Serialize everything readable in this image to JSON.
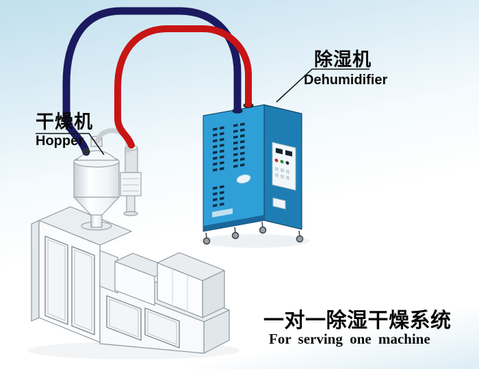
{
  "diagram": {
    "labels": {
      "hopper": {
        "cn": "干燥机",
        "en": "Hopper"
      },
      "dehumidifier": {
        "cn": "除湿机",
        "en": "Dehumidifier"
      }
    },
    "caption": {
      "cn": "一对一除湿干燥系统",
      "en": "For serving one machine"
    }
  },
  "colors": {
    "pipe_return_air": "#1b1a60",
    "pipe_dry_air": "#c81414",
    "cabinet_front": "#2f9fd8",
    "cabinet_side": "#1e7db3",
    "cabinet_top": "#5ab7e4",
    "hose": "#c9ced2"
  }
}
